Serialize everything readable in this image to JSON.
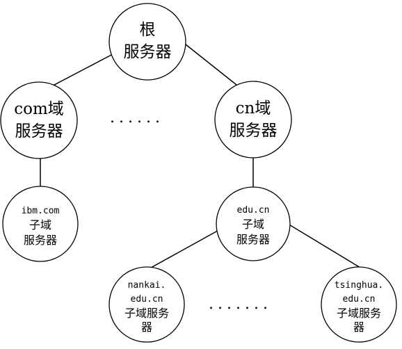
{
  "diagram": {
    "root": {
      "line1": "根",
      "line2": "服务器"
    },
    "com": {
      "line1": "com域",
      "line2": "服务器"
    },
    "cn": {
      "line1": "cn域",
      "line2": "服务器"
    },
    "ibm": {
      "line1": "ibm.com",
      "line2": "子域",
      "line3": "服务器"
    },
    "edu": {
      "line1": "edu.cn",
      "line2": "子域",
      "line3": "服务器"
    },
    "nankai": {
      "line1": "nankai.",
      "line2": "edu.cn",
      "line3": "子域服务",
      "line4": "器"
    },
    "tsinghua": {
      "line1": "tsinghua.",
      "line2": "edu.cn",
      "line3": "子域服务",
      "line4": "器"
    },
    "ellipsis_top": "......",
    "ellipsis_bottom": "......."
  }
}
